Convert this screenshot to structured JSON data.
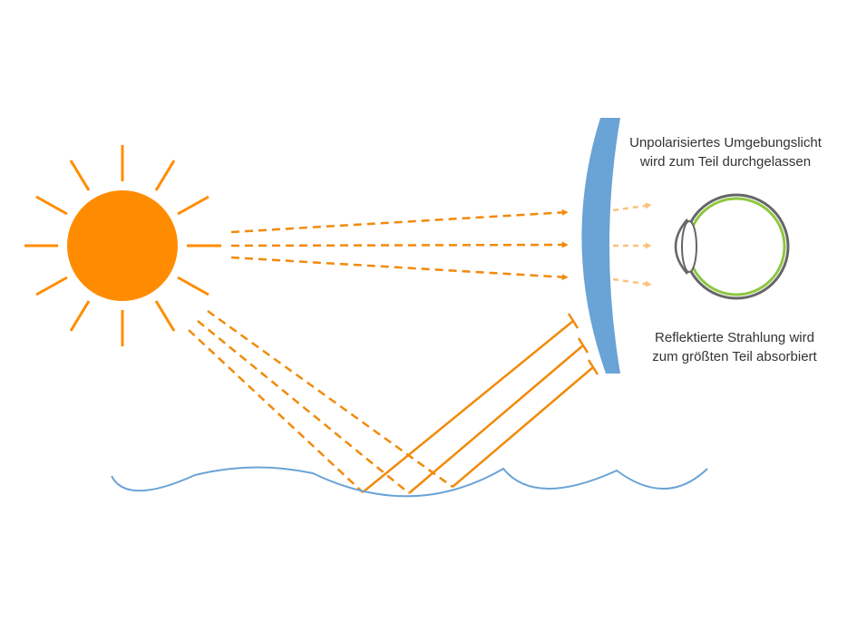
{
  "captions": {
    "transmitted_line1": "Unpolarisiertes Umgebungslicht",
    "transmitted_line2": "wird zum Teil durchgelassen",
    "reflected_line1": "Reflektierte Strahlung wird",
    "reflected_line2": "zum größten Teil absorbiert"
  },
  "colors": {
    "sun": "#FF8C00",
    "ray": "#F28A0A",
    "transmitted_ray": "#F9C27F",
    "lens": "#6AA3D6",
    "water": "#6AA3D6",
    "eye_outline": "#666666",
    "retina": "#8DC63F"
  }
}
